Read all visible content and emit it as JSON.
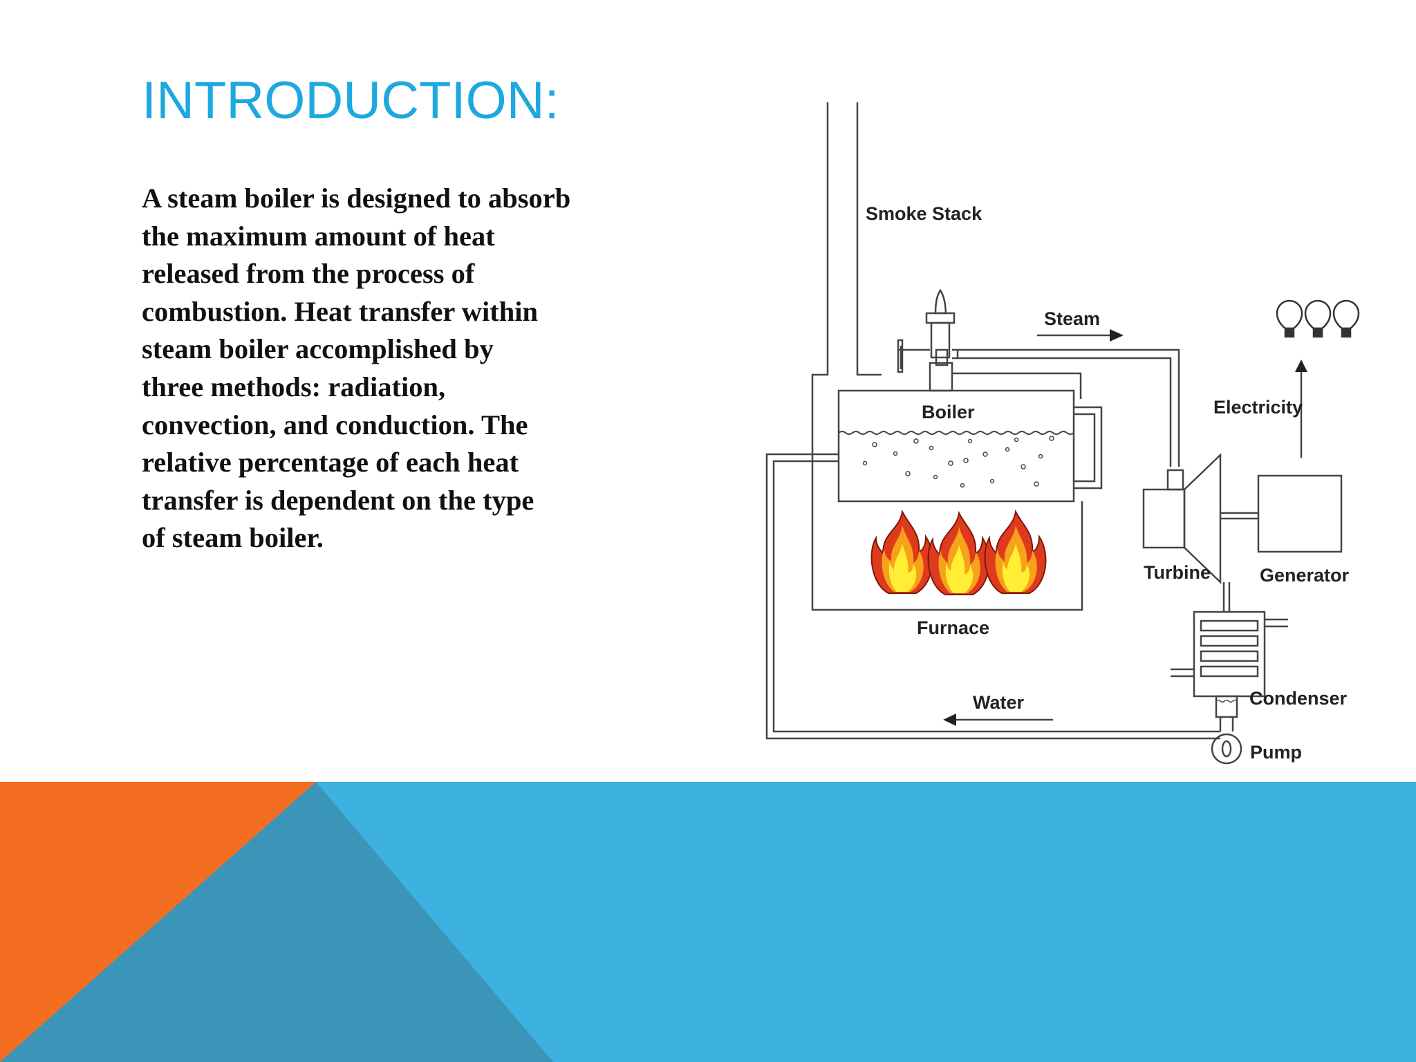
{
  "slide": {
    "title": "INTRODUCTION:",
    "body_lines": [
      "A steam boiler is designed to absorb",
      "the maximum amount of heat",
      "released from the process of",
      "combustion. Heat transfer within",
      "steam boiler accomplished by",
      "three methods: radiation,",
      "convection, and conduction. The",
      "relative percentage of each heat",
      "transfer is dependent on the type",
      "of steam boiler."
    ]
  },
  "diagram": {
    "labels": {
      "smoke_stack": "Smoke Stack",
      "steam": "Steam",
      "boiler": "Boiler",
      "electricity": "Electricity",
      "furnace": "Furnace",
      "turbine": "Turbine",
      "generator": "Generator",
      "water": "Water",
      "condenser": "Condenser",
      "pump": "Pump"
    },
    "icons": [
      "smoke-stack-icon",
      "safety-valve-icon",
      "flame-icon",
      "light-bulb-icon",
      "turbine-icon",
      "generator-icon",
      "condenser-icon",
      "pump-icon"
    ]
  },
  "colors": {
    "title": "#1da8e0",
    "body_text": "#111111",
    "footer_blue": "#3db1e0",
    "footer_orange": "#f36e21",
    "footer_teal": "#3a95b8",
    "flame_outer": "#e03a1e",
    "flame_mid": "#f7a21b",
    "flame_inner": "#ffee33"
  }
}
